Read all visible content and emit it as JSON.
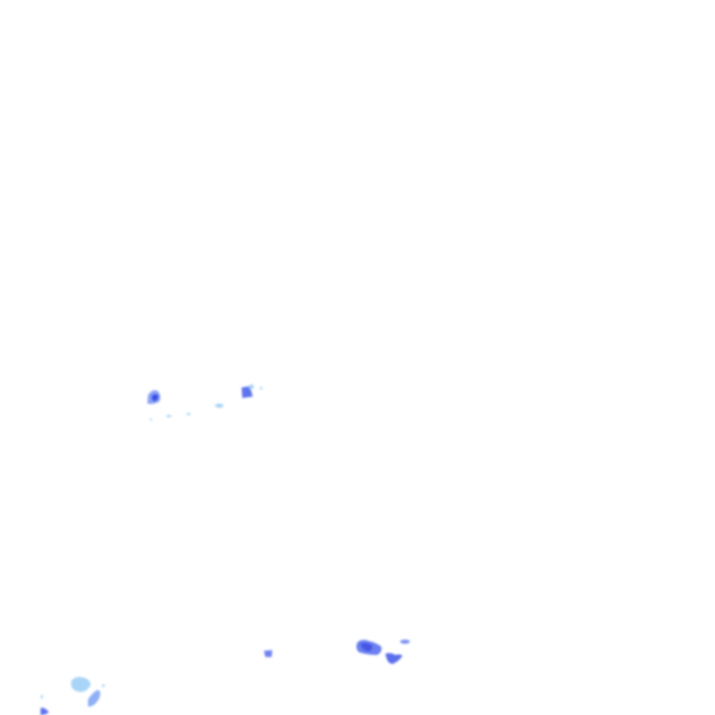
{
  "map": {
    "layer": "precipitation-radar-overlay",
    "palette": {
      "light": "#a8d4f7",
      "medium": "#6f8cf2",
      "heavy": "#3b4fe6",
      "background": "#ffffff"
    },
    "echo_intensities": [
      "light",
      "medium",
      "heavy"
    ]
  }
}
